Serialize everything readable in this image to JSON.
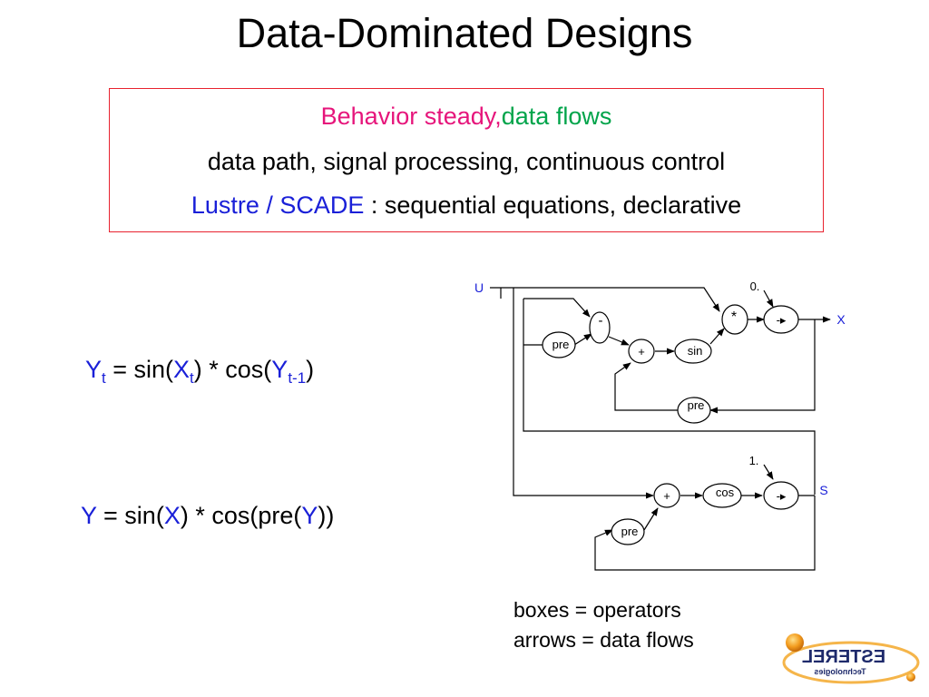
{
  "slide": {
    "title": "Data-Dominated Designs"
  },
  "summary_box": {
    "line1_behavior": "Behavior steady,",
    "line1_flows": "data flows",
    "line2": "data path, signal processing, continuous control",
    "line3_lang": "Lustre / SCADE",
    "line3_rest": " : sequential equations, declarative"
  },
  "equation1": {
    "y": "Y",
    "y_sub": "t",
    "eq_sin": " = sin(",
    "x": "X",
    "x_sub": "t",
    "mid": ") * cos(",
    "y2": "Y",
    "y2_sub": "t-1",
    "close": ")"
  },
  "equation2": {
    "y": "Y",
    "eq_sin": " = sin(",
    "x": "X",
    "mid": ") * cos(pre(",
    "y2": "Y",
    "close": "))"
  },
  "diagram": {
    "input_u": "U",
    "output_x": "X",
    "output_s": "S",
    "const_0": "0.",
    "const_1": "1.",
    "op_minus": "-",
    "op_plus_top": "+",
    "op_plus_bottom": "+",
    "op_mult": "*",
    "op_arrow_top": "-▸",
    "op_arrow_bottom": "-▸",
    "op_sin": "sin",
    "op_cos": "cos",
    "op_pre_left": "pre",
    "op_pre_mid": "pre",
    "op_pre_bottom": "pre",
    "colors": {
      "line": "#000000",
      "io_label": "#1a20d8"
    }
  },
  "legend": {
    "line1": "boxes = operators",
    "line2": "arrows = data flows"
  },
  "logo": {
    "text": "ESTEREL",
    "subtext": "Technologies",
    "colors": {
      "orb": "#f39c1e",
      "text": "#1e2a6b"
    }
  }
}
